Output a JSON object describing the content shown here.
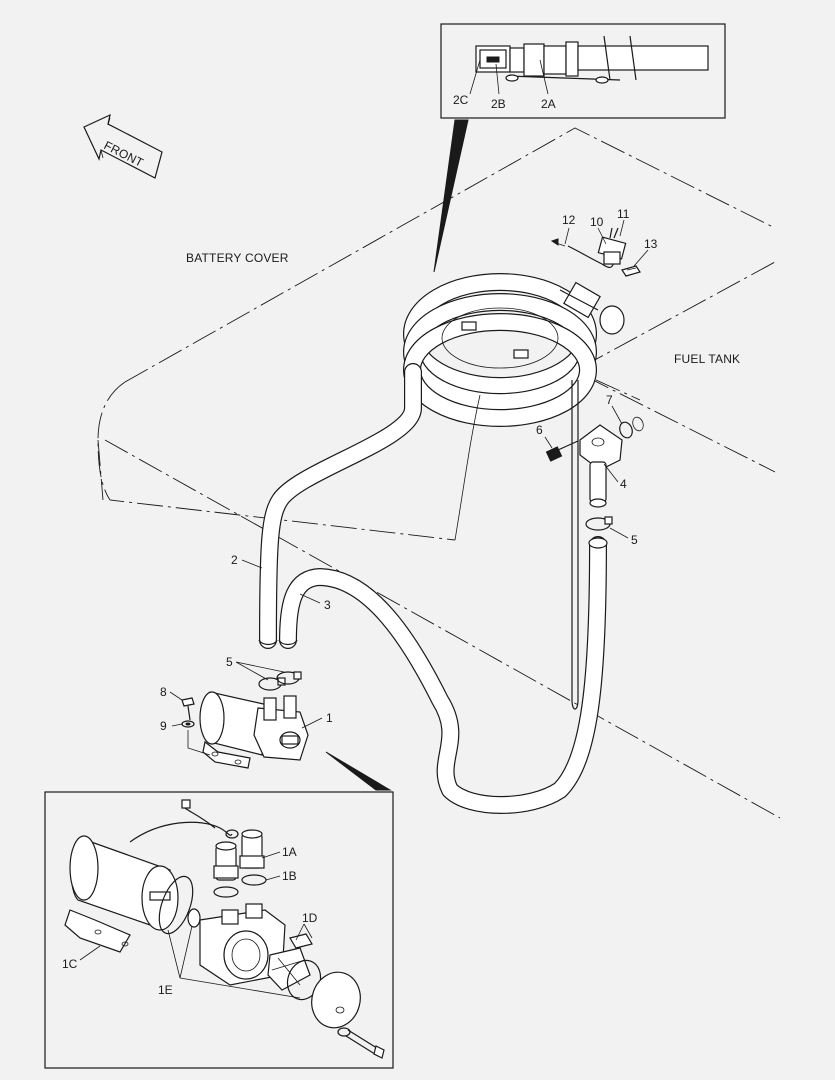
{
  "labels": {
    "front": "FRONT",
    "battery_cover": "BATTERY COVER",
    "fuel_tank": "FUEL TANK"
  },
  "callouts": {
    "c1": "1",
    "c2": "2",
    "c3": "3",
    "c4": "4",
    "c5a": "5",
    "c5b": "5",
    "c6": "6",
    "c7": "7",
    "c8": "8",
    "c9": "9",
    "c10": "10",
    "c11": "11",
    "c12": "12",
    "c13": "13",
    "c2a": "2A",
    "c2b": "2B",
    "c2c": "2C",
    "c1a": "1A",
    "c1b": "1B",
    "c1c": "1C",
    "c1d": "1D",
    "c1e": "1E"
  }
}
